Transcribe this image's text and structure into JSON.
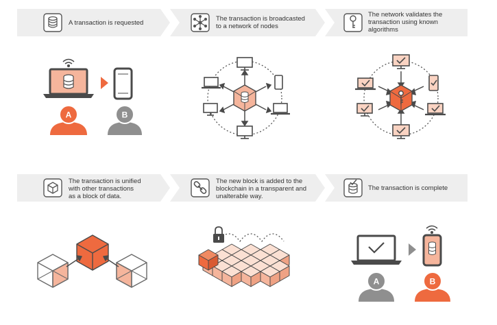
{
  "colors": {
    "accent": "#EE6A3F",
    "accent_light": "#F5B59C",
    "accent_pale": "#FAD3C2",
    "dark": "#4A4A4A",
    "gray": "#8F8F8F",
    "banner": "#EEEEEE",
    "line": "#555555"
  },
  "steps": [
    {
      "lines": [
        "A transaction is requested"
      ],
      "icon": "database-icon"
    },
    {
      "lines": [
        "The transaction is broadcasted",
        "to a network of nodes"
      ],
      "icon": "network-icon"
    },
    {
      "lines": [
        "The network validates the",
        "transaction using known",
        "algorithms"
      ],
      "icon": "key-icon"
    },
    {
      "lines": [
        "The transaction is unified",
        "with other transactions",
        "as a block of data."
      ],
      "icon": "cube-icon"
    },
    {
      "lines": [
        "The new block is added to the",
        "blockchain in a transparent and",
        "unalterable way."
      ],
      "icon": "chain-link-icon"
    },
    {
      "lines": [
        "The transaction is complete"
      ],
      "icon": "check-database-icon"
    }
  ],
  "users": {
    "a": "A",
    "b": "B"
  }
}
